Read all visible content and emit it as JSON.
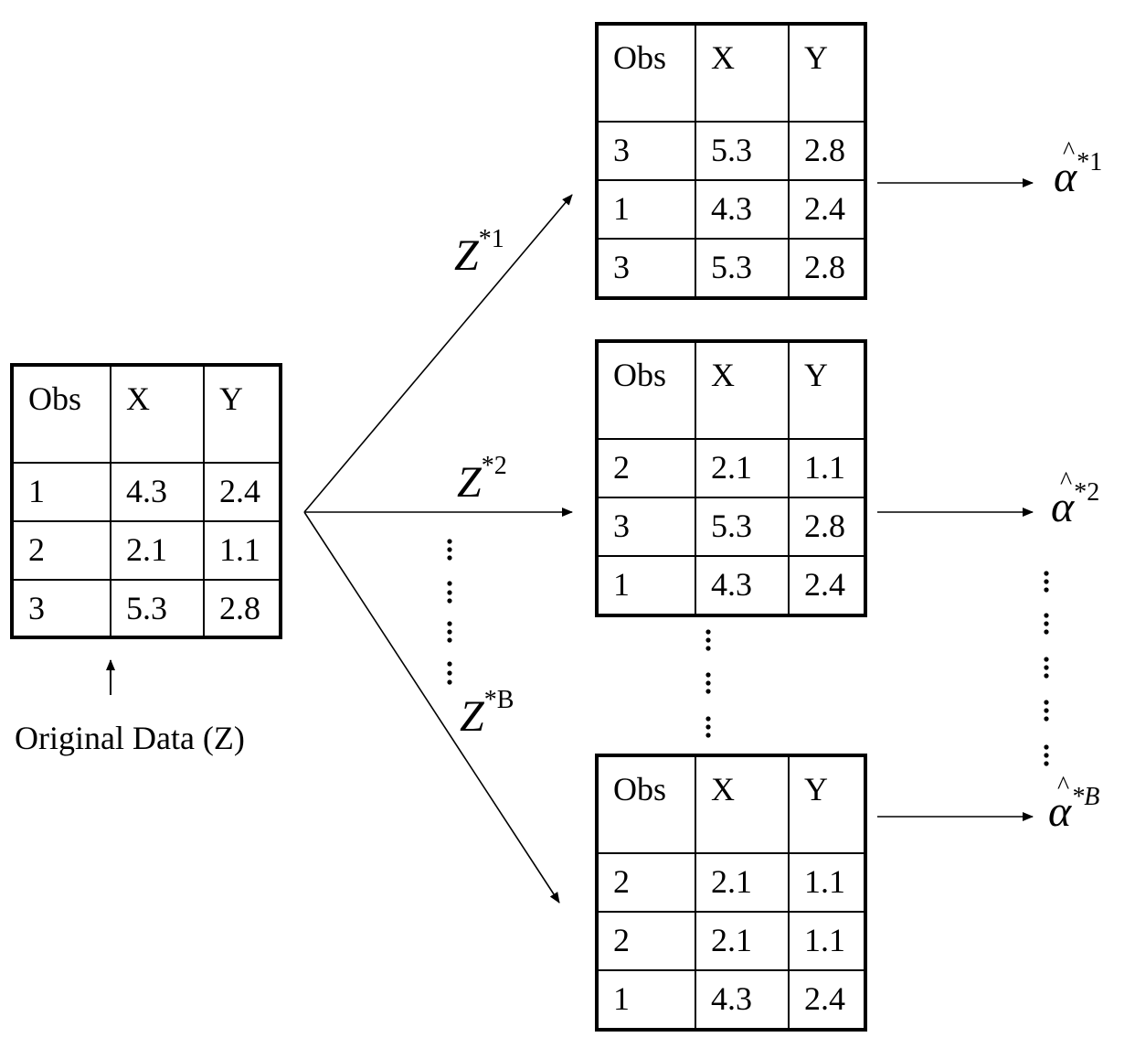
{
  "diagram": {
    "title": "Bootstrap resampling schematic",
    "columns": [
      "Obs",
      "X",
      "Y"
    ],
    "original": {
      "caption": "Original Data (Z)",
      "rows": [
        [
          "1",
          "4.3",
          "2.4"
        ],
        [
          "2",
          "2.1",
          "1.1"
        ],
        [
          "3",
          "5.3",
          "2.8"
        ]
      ]
    },
    "samples": [
      {
        "edge_label": "Z",
        "edge_sup": "*1",
        "rows": [
          [
            "3",
            "5.3",
            "2.8"
          ],
          [
            "1",
            "4.3",
            "2.4"
          ],
          [
            "3",
            "5.3",
            "2.8"
          ]
        ],
        "estimate": "α",
        "estimate_sup": "*1"
      },
      {
        "edge_label": "Z",
        "edge_sup": "*2",
        "rows": [
          [
            "2",
            "2.1",
            "1.1"
          ],
          [
            "3",
            "5.3",
            "2.8"
          ],
          [
            "1",
            "4.3",
            "2.4"
          ]
        ],
        "estimate": "α",
        "estimate_sup": "*2"
      },
      {
        "edge_label": "Z",
        "edge_sup": "*B",
        "rows": [
          [
            "2",
            "2.1",
            "1.1"
          ],
          [
            "2",
            "2.1",
            "1.1"
          ],
          [
            "1",
            "4.3",
            "2.4"
          ]
        ],
        "estimate": "α",
        "estimate_sup": "*B"
      }
    ],
    "ellipsis": "⋮"
  }
}
